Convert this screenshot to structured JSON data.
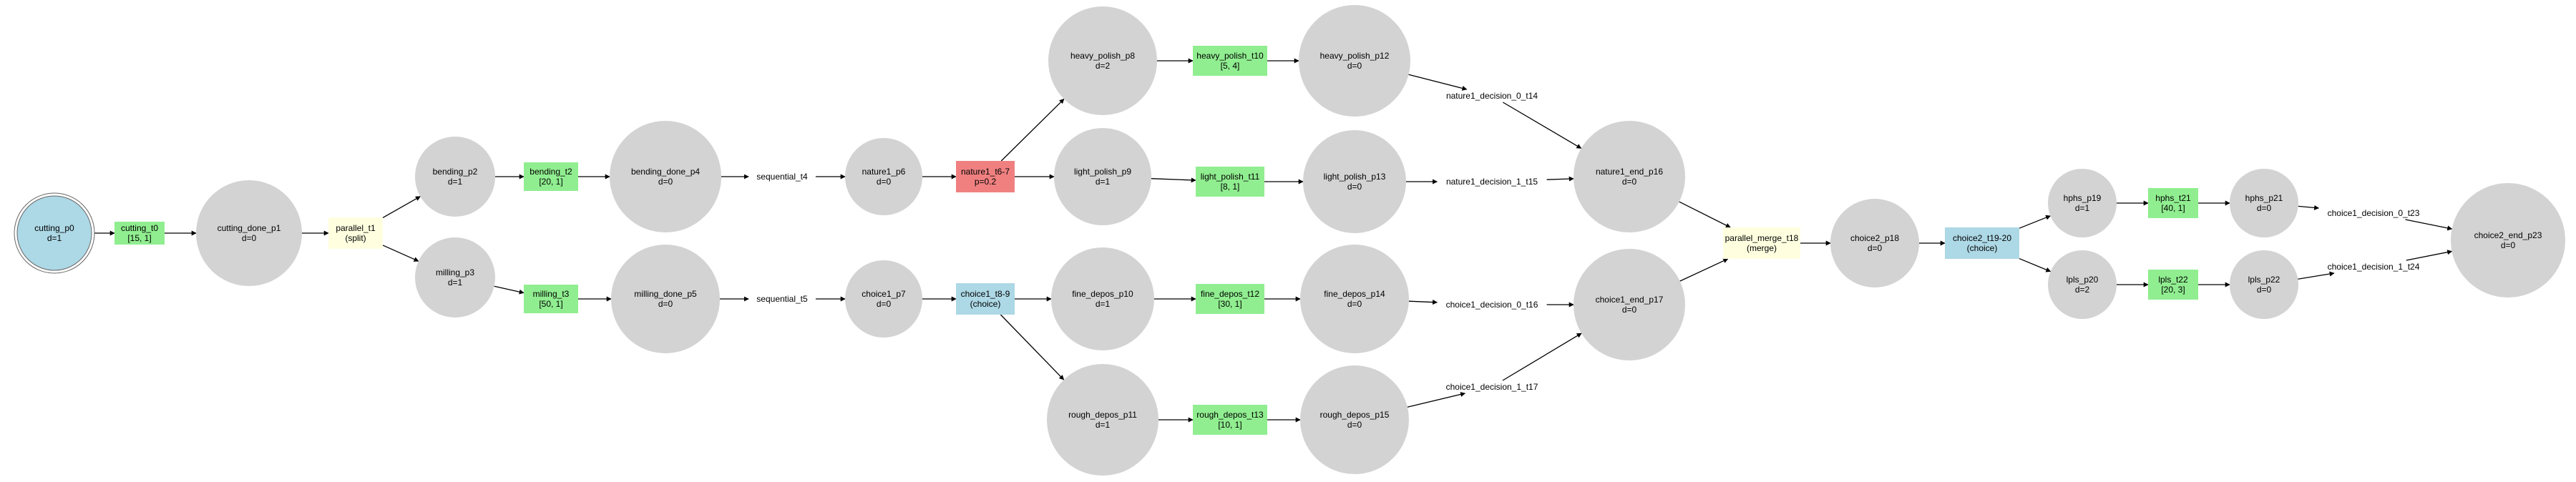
{
  "colors": {
    "background": "#ffffff",
    "place_fill": "#d3d3d3",
    "initial_place_fill": "#add8e6",
    "transition_fill": "#90ee90",
    "choice_fill": "#add8e6",
    "nature_fill": "#f08080",
    "parallel_fill": "#ffffe0",
    "edge": "#000000"
  },
  "nodes": {
    "cutting_p0": {
      "line1": "cutting_p0",
      "line2": "d=1"
    },
    "cutting_t0": {
      "line1": "cutting_t0",
      "line2": "[15, 1]"
    },
    "cutting_done_p1": {
      "line1": "cutting_done_p1",
      "line2": "d=0"
    },
    "parallel_t1": {
      "line1": "parallel_t1",
      "line2": "(split)"
    },
    "bending_p2": {
      "line1": "bending_p2",
      "line2": "d=1"
    },
    "milling_p3": {
      "line1": "milling_p3",
      "line2": "d=1"
    },
    "bending_t2": {
      "line1": "bending_t2",
      "line2": "[20, 1]"
    },
    "milling_t3": {
      "line1": "milling_t3",
      "line2": "[50, 1]"
    },
    "bending_done_p4": {
      "line1": "bending_done_p4",
      "line2": "d=0"
    },
    "milling_done_p5": {
      "line1": "milling_done_p5",
      "line2": "d=0"
    },
    "sequential_t4": {
      "line1": "sequential_t4"
    },
    "sequential_t5": {
      "line1": "sequential_t5"
    },
    "nature1_p6": {
      "line1": "nature1_p6",
      "line2": "d=0"
    },
    "choice1_p7": {
      "line1": "choice1_p7",
      "line2": "d=0"
    },
    "nature1_t6-7": {
      "line1": "nature1_t6-7",
      "line2": "p=0.2"
    },
    "choice1_t8-9": {
      "line1": "choice1_t8-9",
      "line2": "(choice)"
    },
    "heavy_polish_p8": {
      "line1": "heavy_polish_p8",
      "line2": "d=2"
    },
    "light_polish_p9": {
      "line1": "light_polish_p9",
      "line2": "d=1"
    },
    "fine_depos_p10": {
      "line1": "fine_depos_p10",
      "line2": "d=1"
    },
    "rough_depos_p11": {
      "line1": "rough_depos_p11",
      "line2": "d=1"
    },
    "heavy_polish_t10": {
      "line1": "heavy_polish_t10",
      "line2": "[5, 4]"
    },
    "light_polish_t11": {
      "line1": "light_polish_t11",
      "line2": "[8, 1]"
    },
    "fine_depos_t12": {
      "line1": "fine_depos_t12",
      "line2": "[30, 1]"
    },
    "rough_depos_t13": {
      "line1": "rough_depos_t13",
      "line2": "[10, 1]"
    },
    "heavy_polish_p12": {
      "line1": "heavy_polish_p12",
      "line2": "d=0"
    },
    "light_polish_p13": {
      "line1": "light_polish_p13",
      "line2": "d=0"
    },
    "fine_depos_p14": {
      "line1": "fine_depos_p14",
      "line2": "d=0"
    },
    "rough_depos_p15": {
      "line1": "rough_depos_p15",
      "line2": "d=0"
    },
    "nature1_decision_0_t14": {
      "line1": "nature1_decision_0_t14"
    },
    "nature1_decision_1_t15": {
      "line1": "nature1_decision_1_t15"
    },
    "choice1_decision_0_t16": {
      "line1": "choice1_decision_0_t16"
    },
    "choice1_decision_1_t17": {
      "line1": "choice1_decision_1_t17"
    },
    "nature1_end_p16": {
      "line1": "nature1_end_p16",
      "line2": "d=0"
    },
    "choice1_end_p17": {
      "line1": "choice1_end_p17",
      "line2": "d=0"
    },
    "parallel_merge_t18": {
      "line1": "parallel_merge_t18",
      "line2": "(merge)"
    },
    "choice2_p18": {
      "line1": "choice2_p18",
      "line2": "d=0"
    },
    "choice2_t19-20": {
      "line1": "choice2_t19-20",
      "line2": "(choice)"
    },
    "hphs_p19": {
      "line1": "hphs_p19",
      "line2": "d=1"
    },
    "lpls_p20": {
      "line1": "lpls_p20",
      "line2": "d=2"
    },
    "hphs_t21": {
      "line1": "hphs_t21",
      "line2": "[40, 1]"
    },
    "lpls_t22": {
      "line1": "lpls_t22",
      "line2": "[20, 3]"
    },
    "hphs_p21": {
      "line1": "hphs_p21",
      "line2": "d=0"
    },
    "lpls_p22": {
      "line1": "lpls_p22",
      "line2": "d=0"
    },
    "choice1_decision_0_t23": {
      "line1": "choice1_decision_0_t23"
    },
    "choice1_decision_1_t24": {
      "line1": "choice1_decision_1_t24"
    },
    "choice2_end_p23": {
      "line1": "choice2_end_p23",
      "line2": "d=0"
    }
  }
}
